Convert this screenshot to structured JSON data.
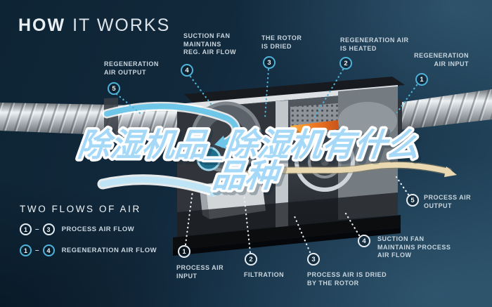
{
  "title": {
    "bold": "HOW",
    "light": "IT WORKS"
  },
  "watermark": {
    "line1": "除湿机品_除湿机有什么",
    "line2": "品种"
  },
  "colors": {
    "background_navy": "#12293c",
    "accent_cyan": "#4fb3d9",
    "badge_white": "#e4ecf1",
    "watermark_blue": "#a6d9f7",
    "arrow_cream": "#ead9b0",
    "heater_orange": "#f07820"
  },
  "callouts": {
    "regeneration": [
      {
        "number": "1",
        "label": "REGENERATION\nAIR INPUT"
      },
      {
        "number": "2",
        "label": "REGENERATION AIR\nIS HEATED"
      },
      {
        "number": "3",
        "label": "THE ROTOR\nIS DRIED"
      },
      {
        "number": "4",
        "label": "SUCTION FAN\nMAINTAINS\nREG. AIR FLOW"
      },
      {
        "number": "5",
        "label": "REGENERATION\nAIR OUTPUT"
      }
    ],
    "process": [
      {
        "number": "1",
        "label": "PROCESS AIR\nINPUT"
      },
      {
        "number": "2",
        "label": "FILTRATION"
      },
      {
        "number": "3",
        "label": "PROCESS AIR IS DRIED\nBY THE ROTOR"
      },
      {
        "number": "4",
        "label": "SUCTION FAN\nMAINTAINS PROCESS\nAIR FLOW"
      },
      {
        "number": "5",
        "label": "PROCESS AIR\nOUTPUT"
      }
    ]
  },
  "legend": {
    "title": "TWO FLOWS OF AIR",
    "rows": [
      {
        "from": "1",
        "to": "3",
        "dash": "–",
        "label": "PROCESS AIR FLOW"
      },
      {
        "from": "1",
        "to": "4",
        "dash": "–",
        "label": "REGENERATION AIR FLOW"
      }
    ]
  }
}
